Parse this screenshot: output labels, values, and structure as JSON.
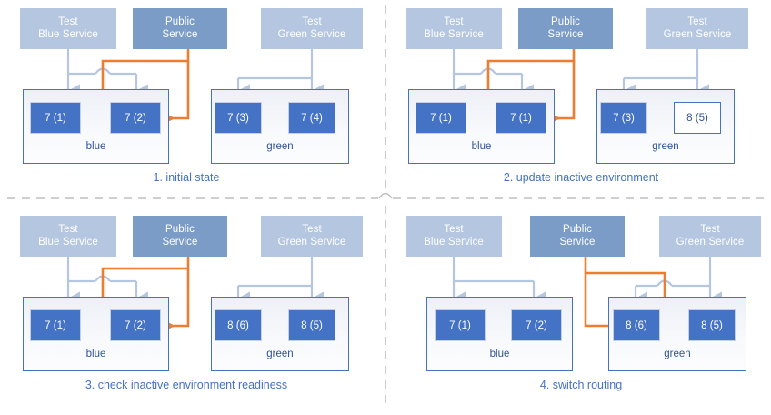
{
  "diagram": {
    "title": "blue-green deployment sequence",
    "colors": {
      "test_service_fill": "#B4C6E0",
      "public_service_fill": "#7A9CC6",
      "instance_fill": "#4472C4",
      "instance_pending_fill": "#FFFFFF",
      "env_border": "#4472C4",
      "routing_arrow": "#ED7D31",
      "test_arrow": "#B4C6E0",
      "caption_text": "#4472C4",
      "divider": "#BFBFBF"
    },
    "panels": [
      {
        "id": "panel-1",
        "caption": "1. initial state",
        "services": {
          "test_blue": "Test\nBlue Service",
          "public": "Public\nService",
          "test_green": "Test\nGreen Service"
        },
        "environments": [
          {
            "name": "blue",
            "label": "blue",
            "instances": [
              {
                "label": "7 (1)",
                "state": "active"
              },
              {
                "label": "7 (2)",
                "state": "active"
              }
            ]
          },
          {
            "name": "green",
            "label": "green",
            "instances": [
              {
                "label": "7 (3)",
                "state": "active"
              },
              {
                "label": "7 (4)",
                "state": "active"
              }
            ]
          }
        ],
        "routing_target": "blue"
      },
      {
        "id": "panel-2",
        "caption": "2. update inactive environment",
        "services": {
          "test_blue": "Test\nBlue Service",
          "public": "Public\nService",
          "test_green": "Test\nGreen Service"
        },
        "environments": [
          {
            "name": "blue",
            "label": "blue",
            "instances": [
              {
                "label": "7 (1)",
                "state": "active"
              },
              {
                "label": "7 (1)",
                "state": "active"
              }
            ]
          },
          {
            "name": "green",
            "label": "green",
            "instances": [
              {
                "label": "7 (3)",
                "state": "active"
              },
              {
                "label": "8 (5)",
                "state": "pending"
              }
            ]
          }
        ],
        "routing_target": "blue"
      },
      {
        "id": "panel-3",
        "caption": "3. check inactive environment readiness",
        "services": {
          "test_blue": "Test\nBlue Service",
          "public": "Public\nService",
          "test_green": "Test\nGreen Service"
        },
        "environments": [
          {
            "name": "blue",
            "label": "blue",
            "instances": [
              {
                "label": "7 (1)",
                "state": "active"
              },
              {
                "label": "7 (2)",
                "state": "active"
              }
            ]
          },
          {
            "name": "green",
            "label": "green",
            "instances": [
              {
                "label": "8 (6)",
                "state": "active"
              },
              {
                "label": "8 (5)",
                "state": "active"
              }
            ]
          }
        ],
        "routing_target": "blue"
      },
      {
        "id": "panel-4",
        "caption": "4. switch routing",
        "services": {
          "test_blue": "Test\nBlue Service",
          "public": "Public\nService",
          "test_green": "Test\nGreen Service"
        },
        "environments": [
          {
            "name": "blue",
            "label": "blue",
            "instances": [
              {
                "label": "7 (1)",
                "state": "active"
              },
              {
                "label": "7 (2)",
                "state": "active"
              }
            ]
          },
          {
            "name": "green",
            "label": "green",
            "instances": [
              {
                "label": "8 (6)",
                "state": "active"
              },
              {
                "label": "8 (5)",
                "state": "active"
              }
            ]
          }
        ],
        "routing_target": "green"
      }
    ]
  }
}
